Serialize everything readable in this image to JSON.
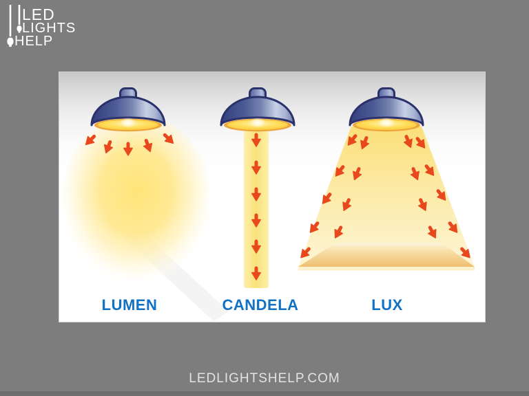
{
  "branding": {
    "logo": {
      "line1": "LED",
      "line2": "LIGHTS",
      "line3": "HELP"
    },
    "footer_url": "LEDLIGHTSHELP.COM"
  },
  "diagram": {
    "panels": [
      {
        "label": "LUMEN"
      },
      {
        "label": "CANDELA"
      },
      {
        "label": "LUX"
      }
    ]
  },
  "icons": {
    "logo_icon": "pendant-lights-icon"
  },
  "colors": {
    "background": "#7d7d7d",
    "footer_bar": "#6d6d6d",
    "label_blue": "#1171c5",
    "arrow_orange": "#e8481d",
    "lamp_navy": "#2a316b",
    "lamp_rim_gold": "#eda63d",
    "glow_yellow": "#ffe478",
    "beam_yellow": "#f9e27c",
    "floor_tan": "#efbf72",
    "logo_white": "#ffffff"
  }
}
